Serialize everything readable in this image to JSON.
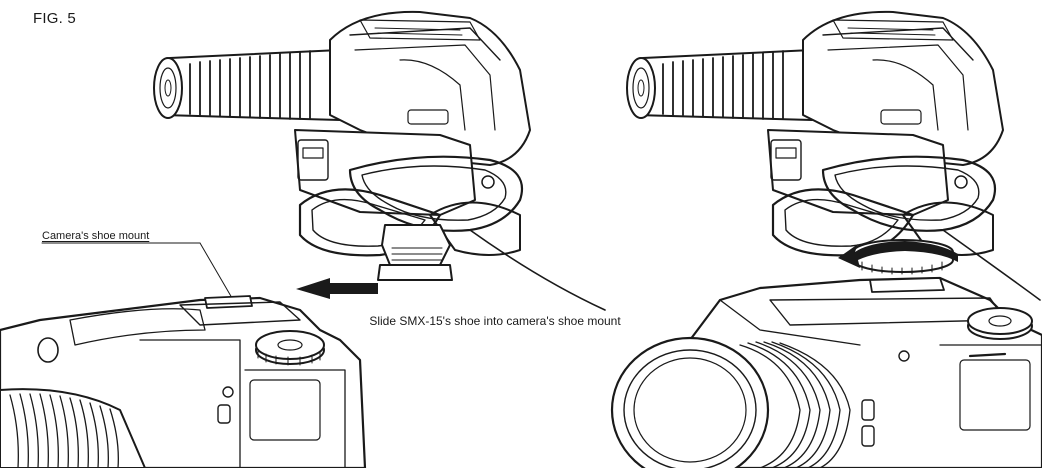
{
  "figure": {
    "label": "FIG. 5"
  },
  "callouts": {
    "shoe_mount_label": "Camera's shoe mount"
  },
  "caption": {
    "text": "Slide SMX-15's shoe into camera's shoe mount"
  },
  "icons": {
    "slide_arrow": "arrow-left-icon",
    "rotate_arrow": "rotate-arrow-icon"
  },
  "colors": {
    "line": "#1a1a1a",
    "background": "#ffffff"
  }
}
